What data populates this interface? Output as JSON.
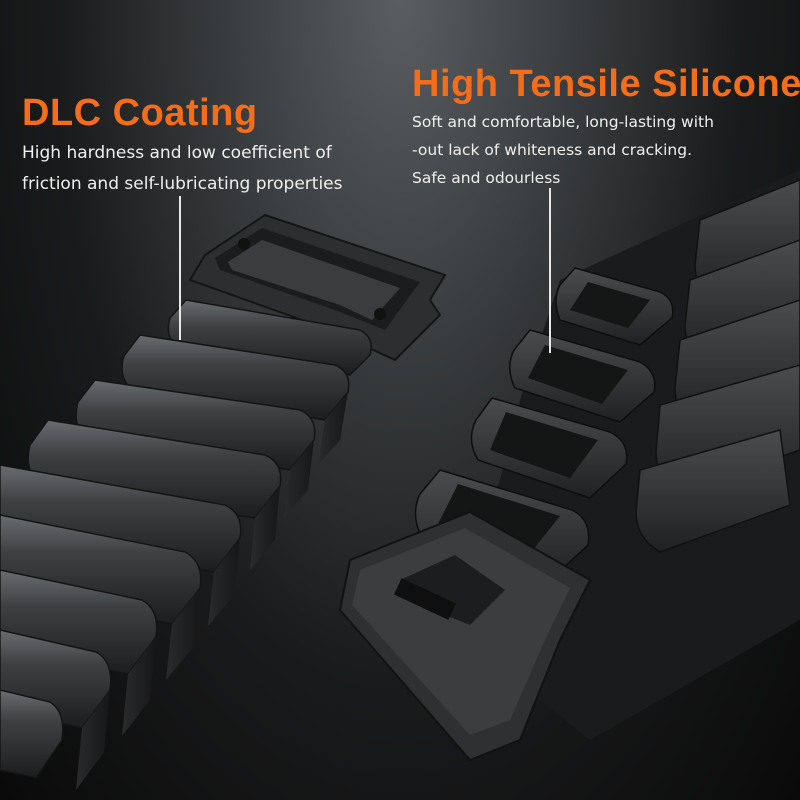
{
  "dlc": {
    "title": "DLC Coating",
    "lines": [
      "High hardness and low coefficient of",
      "friction and self-lubricating properties"
    ]
  },
  "silicone": {
    "title": "High Tensile Silicone",
    "lines": [
      "Soft and comfortable, long-lasting with",
      "-out lack of whiteness and cracking.",
      "Safe and odourless"
    ]
  },
  "colors": {
    "accent": "#f46d1b",
    "text": "#f0f0f0",
    "metal": "#3c3e40"
  }
}
